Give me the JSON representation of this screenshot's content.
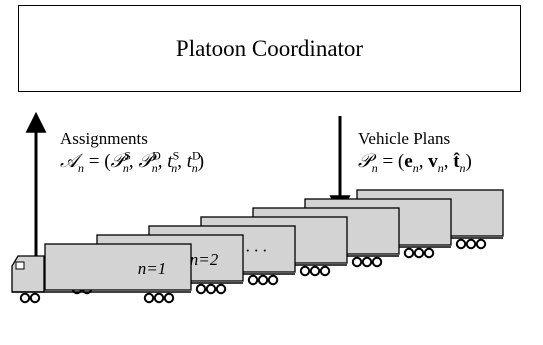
{
  "coordinator": {
    "title": "Platoon Coordinator"
  },
  "assignments": {
    "heading": "Assignments",
    "formula_lhs": "𝒜",
    "formula_sub": "n",
    "formula_rest": " = (𝒫",
    "formula_full": "𝒜n = (𝒫nS, 𝒫nD, tnS, tnD)"
  },
  "vehicle_plans": {
    "heading": "Vehicle Plans",
    "formula_full": "𝒫n = (en, vn, t̂n)"
  },
  "trucks": {
    "labels": [
      "n=1",
      "n=2",
      "· · ·"
    ]
  },
  "colors": {
    "truck_fill": "#d3d3d3",
    "stroke": "#000000",
    "background": "#ffffff"
  }
}
